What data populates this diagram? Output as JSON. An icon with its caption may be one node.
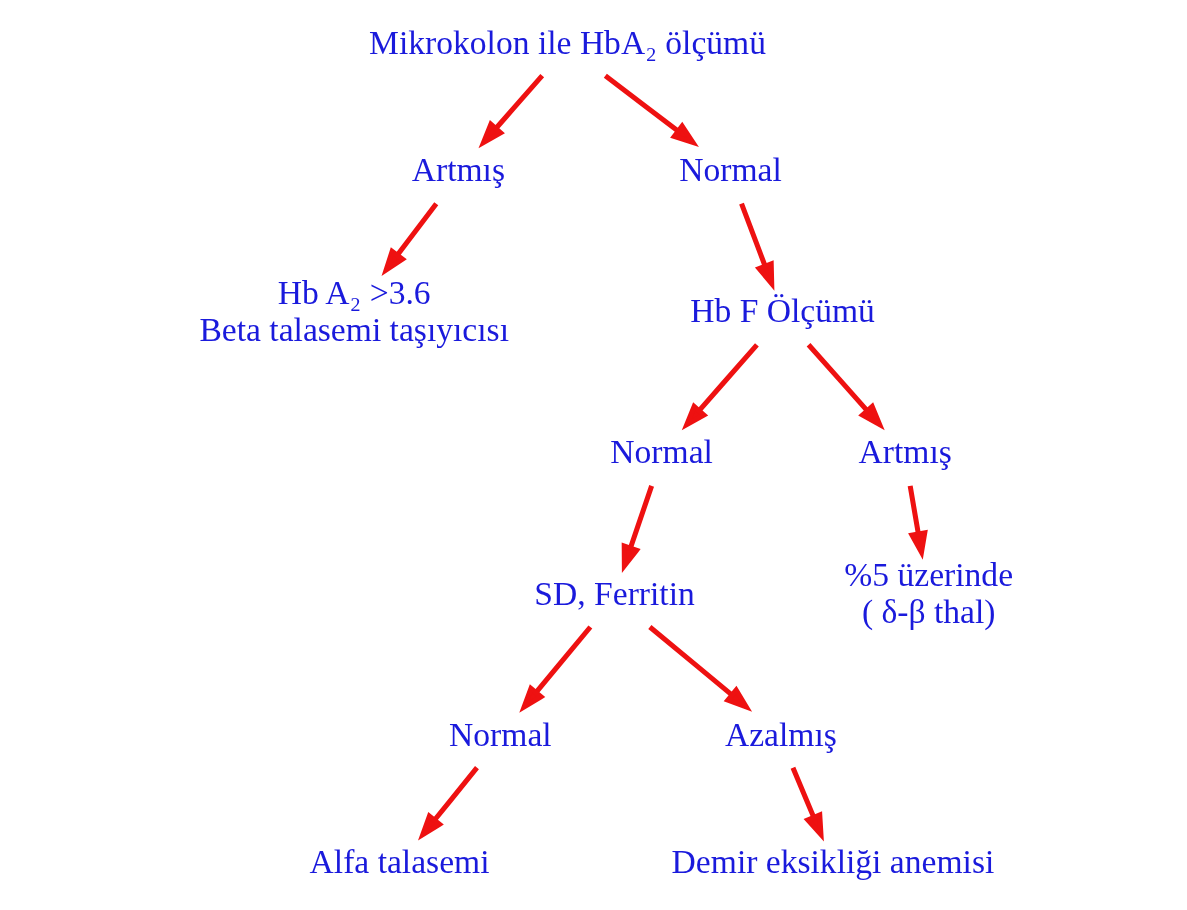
{
  "diagram": {
    "nodes": [
      {
        "text": [
          "Mikrokolon ile HbA₂ ölçümü"
        ]
      },
      {
        "text": [
          "Artmış"
        ]
      },
      {
        "text": [
          "Normal"
        ]
      },
      {
        "text": [
          "Hb A₂ >3.6",
          "Beta talasemi taşıyıcısı"
        ]
      },
      {
        "text": [
          "Hb F Ölçümü"
        ]
      },
      {
        "text": [
          "Normal"
        ]
      },
      {
        "text": [
          "Artmış"
        ]
      },
      {
        "text": [
          "SD, Ferritin"
        ]
      },
      {
        "text": [
          "%5 üzerinde",
          "( δ-β thal)"
        ]
      },
      {
        "text": [
          "Normal"
        ]
      },
      {
        "text": [
          "Azalmış"
        ]
      },
      {
        "text": [
          "Alfa talasemi"
        ]
      },
      {
        "text": [
          "Demir eksikliği anemisi"
        ]
      }
    ],
    "edges": [
      {
        "from": 0,
        "to": 1,
        "arrow": "to"
      },
      {
        "from": 0,
        "to": 2,
        "arrow": "to"
      },
      {
        "from": 1,
        "to": 3,
        "arrow": "to"
      },
      {
        "from": 2,
        "to": 4,
        "arrow": "to"
      },
      {
        "from": 4,
        "to": 5,
        "arrow": "to"
      },
      {
        "from": 4,
        "to": 6,
        "arrow": "to"
      },
      {
        "from": 5,
        "to": 7,
        "arrow": "to"
      },
      {
        "from": 6,
        "to": 8,
        "arrow": "to"
      },
      {
        "from": 7,
        "to": 9,
        "arrow": "to"
      },
      {
        "from": 7,
        "to": 10,
        "arrow": "to"
      },
      {
        "from": 9,
        "to": 11,
        "arrow": "to"
      },
      {
        "from": 10,
        "to": 12,
        "arrow": "to"
      }
    ]
  }
}
